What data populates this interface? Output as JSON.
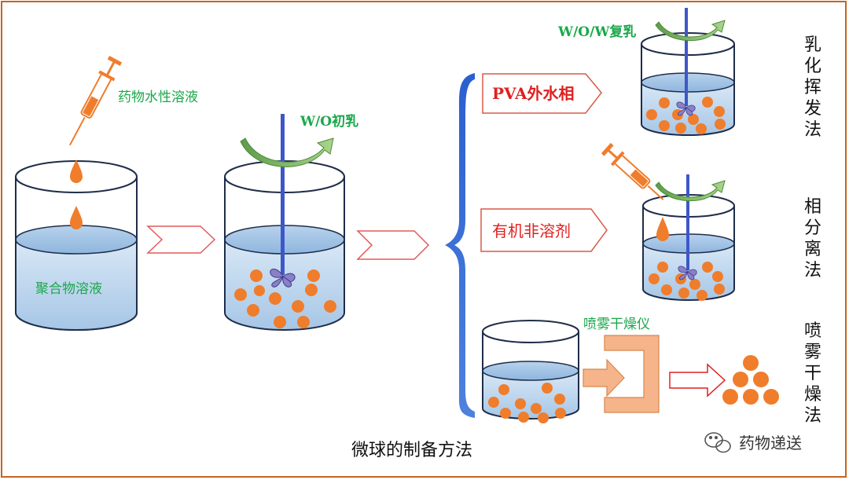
{
  "labels": {
    "drug_aqueous": "药物水性溶液",
    "polymer_solution": "聚合物溶液",
    "wo_primary": "W/O初乳",
    "wow_double": "W/O/W复乳",
    "pva_phase": "PVA外水相",
    "nonsolvent": "有机非溶剂",
    "spray_dryer": "喷雾干燥仪",
    "caption": "微球的制备方法",
    "watermark": "药物递送"
  },
  "methods": [
    {
      "chars": [
        "乳",
        "化",
        "挥",
        "发",
        "法"
      ]
    },
    {
      "chars": [
        "相",
        "分",
        "离",
        "法"
      ]
    },
    {
      "chars": [
        "喷",
        "雾",
        "干",
        "燥",
        "法"
      ]
    }
  ],
  "colors": {
    "frame": "#c8641e",
    "orange": "#ef7d2c",
    "green_text": "#1aa84a",
    "red_text": "#e02020",
    "beaker_stroke": "#1f2d4a",
    "liquid_top": "#d6e6f5",
    "liquid_bottom": "#a9c8e8",
    "stirrer": "#3e57c8",
    "brace": "#3c6ed2"
  }
}
